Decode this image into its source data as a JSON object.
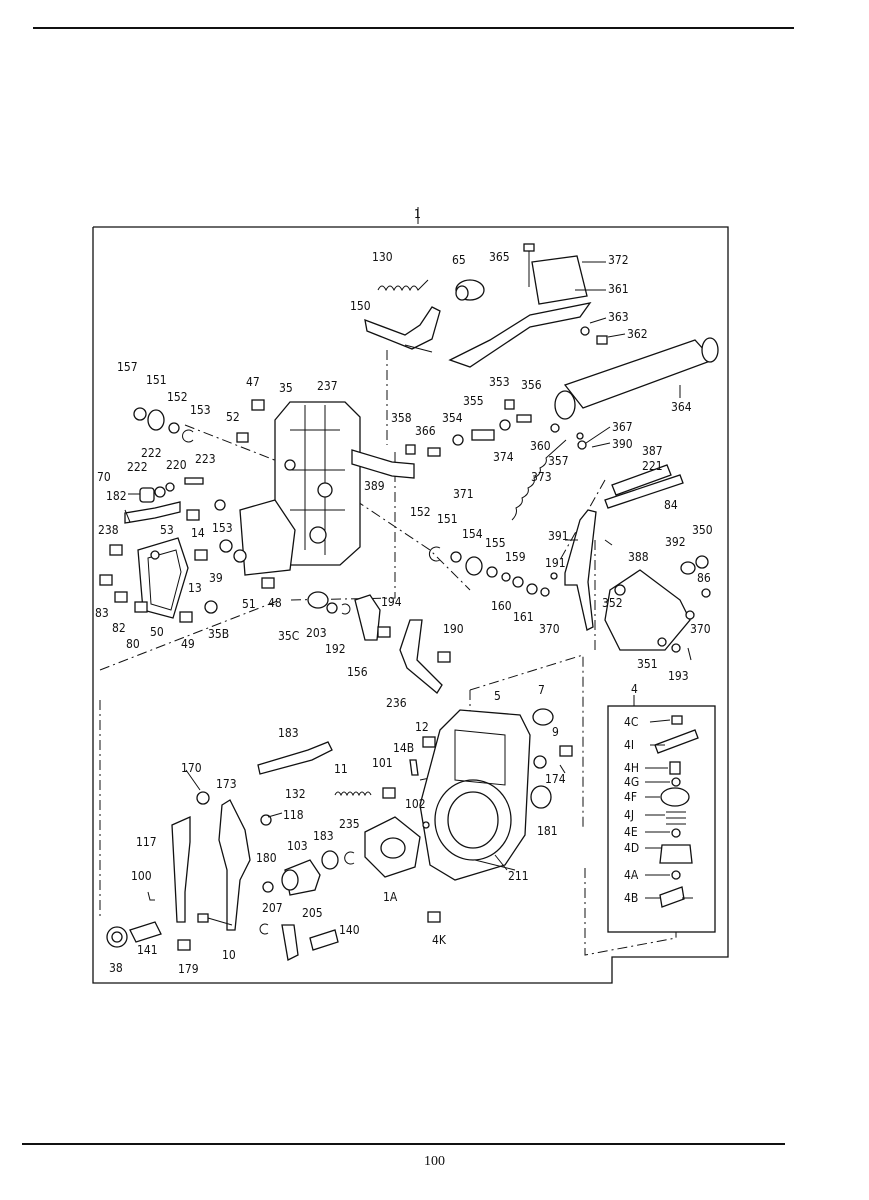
{
  "page": {
    "page_number": "100"
  },
  "assembly_label": "1",
  "sub_assembly_label": "4",
  "callouts": [
    "130",
    "65",
    "365",
    "372",
    "361",
    "363",
    "362",
    "150",
    "364",
    "157",
    "151",
    "152",
    "153",
    "47",
    "35",
    "237",
    "52",
    "358",
    "356",
    "353",
    "355",
    "354",
    "366",
    "367",
    "390",
    "360",
    "357",
    "374",
    "387",
    "221",
    "222",
    "222",
    "220",
    "223",
    "70",
    "182",
    "389",
    "371",
    "373",
    "84",
    "238",
    "53",
    "14",
    "153",
    "152",
    "151",
    "154",
    "155",
    "159",
    "191",
    "391",
    "392",
    "350",
    "388",
    "86",
    "83",
    "82",
    "80",
    "50",
    "13",
    "39",
    "51",
    "48",
    "49",
    "35B",
    "35C",
    "203",
    "192",
    "194",
    "190",
    "156",
    "160",
    "161",
    "370",
    "352",
    "370",
    "351",
    "193",
    "236",
    "5",
    "7",
    "12",
    "9",
    "14B",
    "174",
    "183",
    "170",
    "173",
    "132",
    "11",
    "101",
    "102",
    "235",
    "181",
    "117",
    "103",
    "183",
    "118",
    "180",
    "100",
    "1A",
    "211",
    "207",
    "205",
    "140",
    "141",
    "38",
    "179",
    "10",
    "4K",
    "4C",
    "4I",
    "4H",
    "4G",
    "4F",
    "4J",
    "4E",
    "4D",
    "4A",
    "4B"
  ]
}
